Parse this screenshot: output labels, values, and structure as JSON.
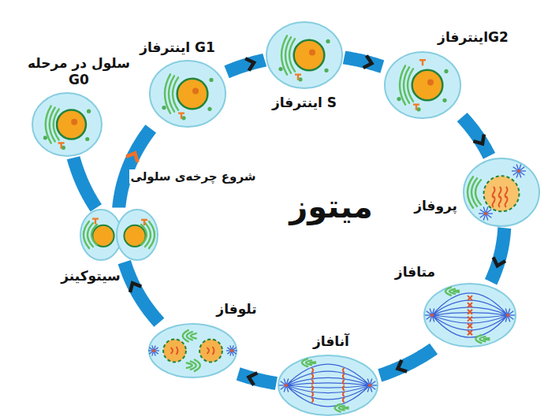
{
  "diagram": {
    "nodes": [
      {
        "text": [
          "سلول در مرحله G0"
        ]
      },
      {
        "text": [
          "اینترفاز G1"
        ]
      },
      {
        "text": [
          "اینترفاز S"
        ]
      },
      {
        "text": [
          "اینترفازG2"
        ]
      },
      {
        "text": [
          "پروفاز"
        ]
      },
      {
        "text": [
          "متافاز"
        ]
      },
      {
        "text": [
          "آنافاز"
        ]
      },
      {
        "text": [
          "تلوفاز"
        ]
      },
      {
        "text": [
          "سیتوکینز"
        ]
      }
    ],
    "edges": [
      {
        "from": 1,
        "to": 2,
        "arrow": "to"
      },
      {
        "from": 2,
        "to": 3,
        "arrow": "to"
      },
      {
        "from": 3,
        "to": 4,
        "arrow": "to"
      },
      {
        "from": 4,
        "to": 5,
        "arrow": "to"
      },
      {
        "from": 5,
        "to": 6,
        "arrow": "to"
      },
      {
        "from": 6,
        "to": 7,
        "arrow": "to"
      },
      {
        "from": 7,
        "to": 8,
        "arrow": "to"
      },
      {
        "from": 8,
        "to": 1,
        "arrow": "to",
        "label": "شروع چرخه‌ی سلولی"
      },
      {
        "from": 8,
        "to": 0,
        "arrow": "none"
      }
    ],
    "labels": [
      "میتوز"
    ]
  }
}
